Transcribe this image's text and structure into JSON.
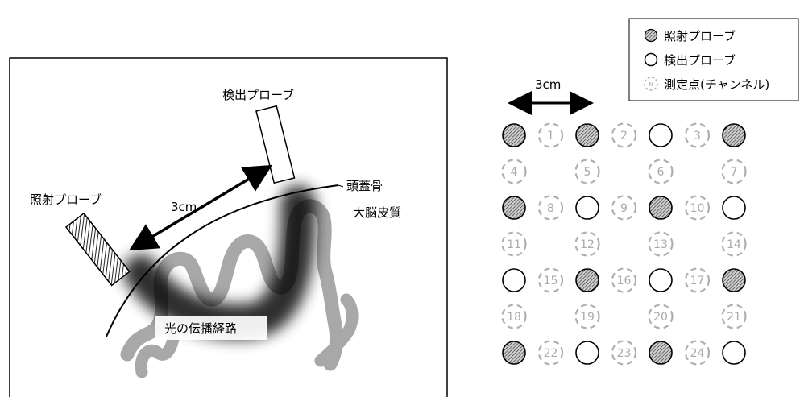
{
  "left_diagram": {
    "detector_label": "検出プローブ",
    "source_label": "照射プローブ",
    "distance_label": "3cm",
    "skull_label": "頭蓋骨",
    "cortex_label": "大脳皮質",
    "light_path_label": "光の伝播経路"
  },
  "legend": {
    "source": "照射プローブ",
    "detector": "検出プローブ",
    "channel": "測定点(チャンネル)",
    "channel_symbol": "N"
  },
  "grid": {
    "distance_label": "3cm",
    "rows": [
      [
        "S",
        "1",
        "S",
        "2",
        "D",
        "3",
        "S"
      ],
      [
        "4",
        "",
        "5",
        "",
        "6",
        "",
        "7"
      ],
      [
        "S",
        "8",
        "D",
        "9",
        "S",
        "10",
        "D"
      ],
      [
        "11",
        "",
        "12",
        "",
        "13",
        "",
        "14"
      ],
      [
        "D",
        "15",
        "S",
        "16",
        "D",
        "17",
        "S"
      ],
      [
        "18",
        "",
        "19",
        "",
        "20",
        "",
        "21"
      ],
      [
        "S",
        "22",
        "D",
        "23",
        "S",
        "24",
        "D"
      ]
    ]
  },
  "colors": {
    "source_fill": "#555555",
    "detector_fill": "#ffffff",
    "channel_stroke": "#b0b0b0",
    "channel_text": "#aaaaaa",
    "cortex": "#a8a8a8"
  }
}
